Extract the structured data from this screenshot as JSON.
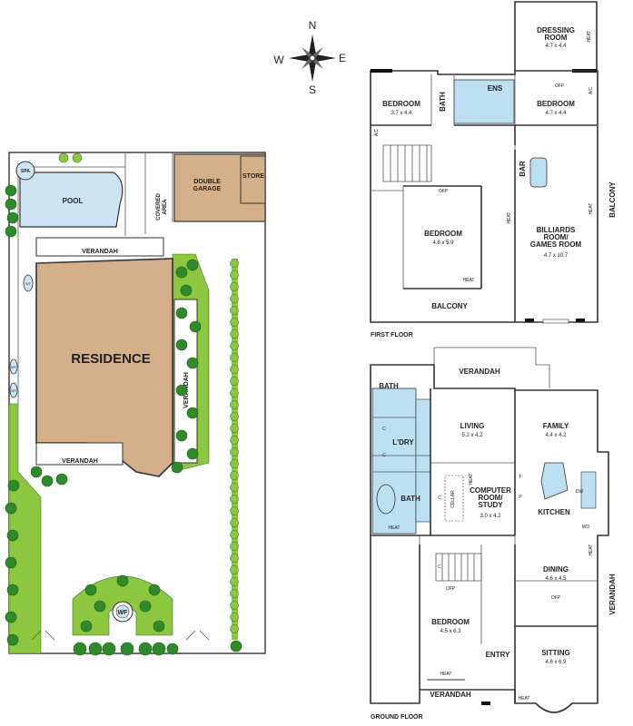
{
  "compass": {
    "n": "N",
    "e": "E",
    "s": "S",
    "w": "W"
  },
  "site": {
    "spa": "SPA",
    "pool": "POOL",
    "double_garage": "DOUBLE\nGARAGE",
    "store": "STORE",
    "covered_area": "COVERED\nAREA",
    "verandah_top": "VERANDAH",
    "residence": "RESIDENCE",
    "verandah_side": "VERANDAH",
    "verandah_bottom": "VERANDAH",
    "wf": "WF",
    "wt": "WT"
  },
  "first_floor": {
    "caption": "FIRST FLOOR",
    "dressing_room": {
      "name": "DRESSING\nROOM",
      "dim": "4.7 x 4.4"
    },
    "bedroom_nw": {
      "name": "BEDROOM",
      "dim": "3.7 x 4.4"
    },
    "bath": "BATH",
    "ens": "ENS",
    "bedroom_ne": {
      "name": "BEDROOM",
      "dim": "4.7 x 4.4"
    },
    "bar": "BAR",
    "bedroom_c": {
      "name": "BEDROOM",
      "dim": "4.8 x 5.9"
    },
    "billiards": {
      "name": "BILLIARDS\nROOM/\nGAMES ROOM",
      "dim": "4.7 x 10.7"
    },
    "balcony_bottom": "BALCONY",
    "balcony_right": "BALCONY",
    "labels": {
      "heat": "HEAT",
      "opf": "OFP",
      "ac": "A/C"
    }
  },
  "ground_floor": {
    "caption": "GROUND FLOOR",
    "verandah_top": "VERANDAH",
    "bath_top": "BATH",
    "living": {
      "name": "LIVING",
      "dim": "5.2 x 4.2"
    },
    "family": {
      "name": "FAMILY",
      "dim": "4.4 x 4.2"
    },
    "ldry": "L'DRY",
    "computer": {
      "name": "COMPUTER\nROOM/\nSTUDY",
      "dim": "3.0 x 4.2"
    },
    "bath_mid": "BATH",
    "cellar": "CELLAR",
    "kitchen": "KITCHEN",
    "dw": "DW",
    "wo": "WO",
    "f": "F",
    "p": "P",
    "c": "C",
    "dining": {
      "name": "DINING",
      "dim": "4.6 x 4.5"
    },
    "bedroom": {
      "name": "BEDROOM",
      "dim": "4.5 x 6.3"
    },
    "entry": "ENTRY",
    "sitting": {
      "name": "SITTING",
      "dim": "4.6 x 6.9"
    },
    "verandah_bottom": "VERANDAH",
    "verandah_right": "VERANDAH",
    "labels": {
      "heat": "HEAT",
      "opf": "OFP"
    }
  },
  "colors": {
    "residence": "#d4b08a",
    "garage": "#d4b08a",
    "pool": "#cde4f4",
    "lawn": "#8dc63f",
    "tree": "#2f8a2a",
    "wet": "#bcdff2"
  }
}
